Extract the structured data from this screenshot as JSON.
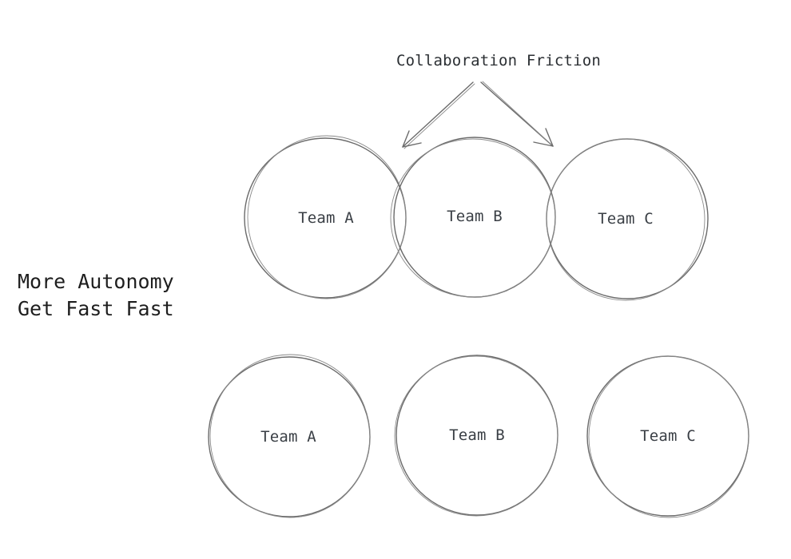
{
  "arrow_label": "Collaboration Friction",
  "side_note": {
    "line1": "More Autonomy",
    "line2": "Get Fast Fast"
  },
  "top_row": {
    "teams": [
      "Team A",
      "Team B",
      "Team C"
    ],
    "overlapping": true
  },
  "bottom_row": {
    "teams": [
      "Team A",
      "Team B",
      "Team C"
    ],
    "overlapping": false
  },
  "colors": {
    "stroke": "#6b6b6b",
    "text": "#1e1e1e",
    "background": "#ffffff"
  }
}
